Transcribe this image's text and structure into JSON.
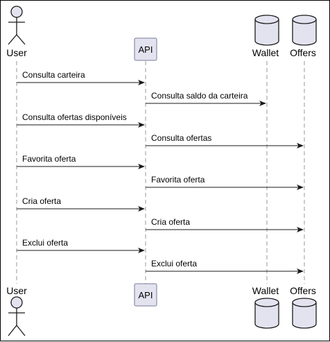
{
  "participants": [
    {
      "id": "user",
      "kind": "actor",
      "label": "User"
    },
    {
      "id": "api",
      "kind": "participant",
      "label": "API"
    },
    {
      "id": "wallet",
      "kind": "database",
      "label": "Wallet"
    },
    {
      "id": "offers",
      "kind": "database",
      "label": "Offers"
    }
  ],
  "messages": [
    {
      "from": "user",
      "to": "api",
      "label": "Consulta carteira"
    },
    {
      "from": "api",
      "to": "wallet",
      "label": "Consulta saldo da carteira"
    },
    {
      "from": "user",
      "to": "api",
      "label": "Consulta ofertas disponíveis"
    },
    {
      "from": "api",
      "to": "offers",
      "label": "Consulta ofertas"
    },
    {
      "from": "user",
      "to": "api",
      "label": "Favorita oferta"
    },
    {
      "from": "api",
      "to": "offers",
      "label": "Favorita oferta"
    },
    {
      "from": "user",
      "to": "api",
      "label": "Cria oferta"
    },
    {
      "from": "api",
      "to": "offers",
      "label": "Cria oferta"
    },
    {
      "from": "user",
      "to": "api",
      "label": "Exclui oferta"
    },
    {
      "from": "api",
      "to": "offers",
      "label": "Exclui oferta"
    }
  ]
}
